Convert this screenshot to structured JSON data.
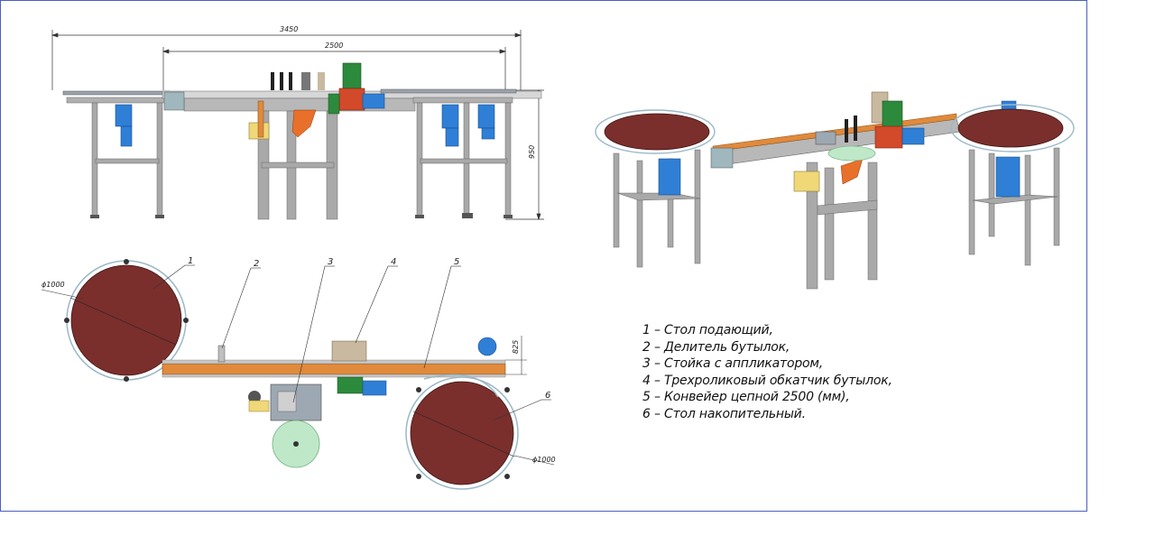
{
  "drawing": {
    "front_view": {
      "dim_total": "3450",
      "dim_conveyor": "2500",
      "dim_height": "950"
    },
    "top_view": {
      "dim_diameter_left": "ϕ1000",
      "dim_diameter_right": "ϕ1000",
      "dim_width": "825",
      "callouts": [
        "1",
        "2",
        "3",
        "4",
        "5",
        "6"
      ]
    },
    "legend": [
      "1 – Стол подающий,",
      "2 – Делитель бутылок,",
      "3 – Стойка с аппликатором,",
      "4 – Трехроликовый обкатчик бутылок,",
      "5 – Конвейер цепной 2500 (мм),",
      "6 – Стол накопительный."
    ],
    "colors": {
      "frame_border": "#4b5fc4",
      "table_top": "#7a2f2c",
      "steel": "#a7a7a7",
      "motor": "#2f7fd6",
      "chain": "#e08a3c",
      "label_roll": "#bfe8c9",
      "bracket": "#f0d878",
      "green_box": "#2c8a3c"
    }
  }
}
